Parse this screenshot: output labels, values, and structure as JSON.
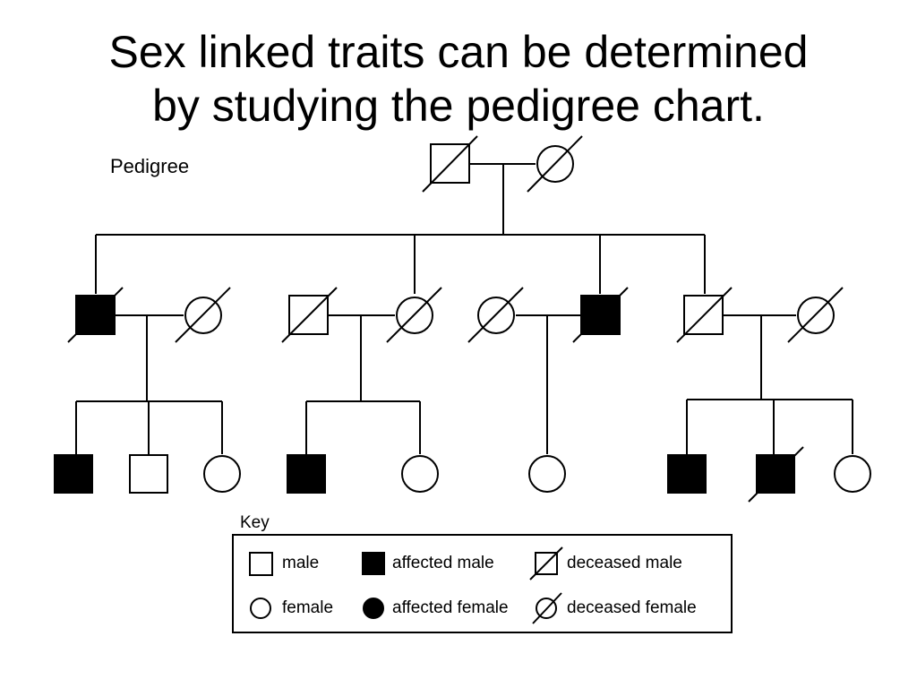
{
  "slide": {
    "title_line1": "Sex linked traits can be determined",
    "title_line2": "by studying the pedigree chart."
  },
  "diagram": {
    "label": "Pedigree",
    "key": {
      "heading": "Key",
      "items": {
        "male": "male",
        "affected_male": "affected male",
        "deceased_male": "deceased male",
        "female": "female",
        "affected_female": "affected female",
        "deceased_female": "deceased female"
      }
    }
  },
  "colors": {
    "ink": "#000000",
    "background": "#ffffff"
  }
}
